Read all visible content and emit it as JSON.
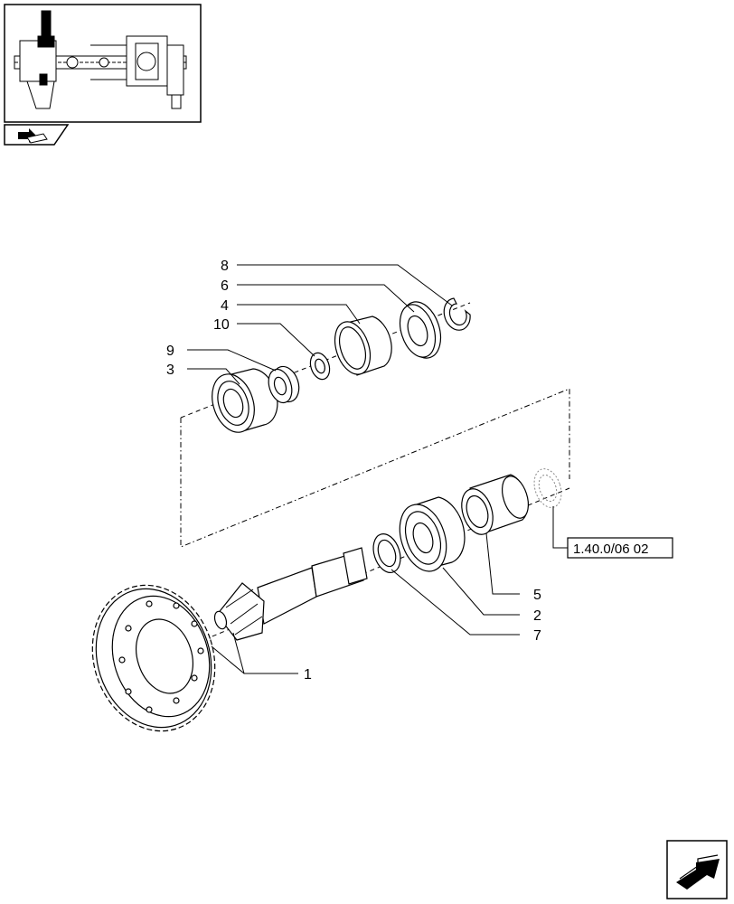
{
  "callouts": [
    {
      "id": "1",
      "label": "1"
    },
    {
      "id": "2",
      "label": "2"
    },
    {
      "id": "3",
      "label": "3"
    },
    {
      "id": "4",
      "label": "4"
    },
    {
      "id": "5",
      "label": "5"
    },
    {
      "id": "6",
      "label": "6"
    },
    {
      "id": "7",
      "label": "7"
    },
    {
      "id": "8",
      "label": "8"
    },
    {
      "id": "9",
      "label": "9"
    },
    {
      "id": "10",
      "label": "10"
    }
  ],
  "reference": {
    "label": "1.40.0/06 02"
  },
  "icons": {
    "thumbnail": "axle-assembly-thumbnail",
    "thumb_badge": "arrow-to-book-icon",
    "corner": "next-page-arrow-icon"
  }
}
